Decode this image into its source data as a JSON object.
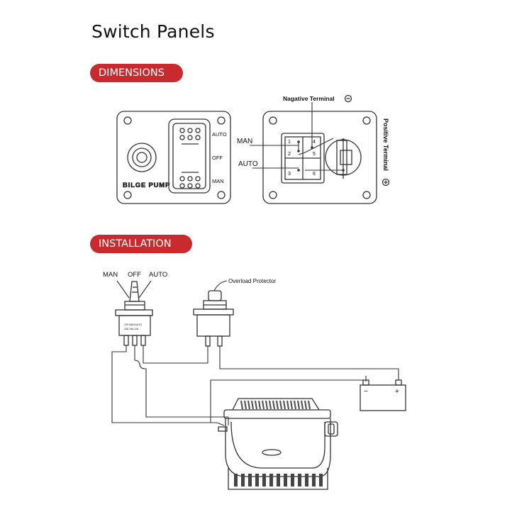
{
  "title": "Switch Panels",
  "sections": {
    "dimensions": "DIMENSIONS",
    "installation": "INSTALLATION"
  },
  "front_panel": {
    "brand_text": "BILGE PUMP",
    "auto_label": "AUTO",
    "off_label": "OFF",
    "man_label": "MAN"
  },
  "rear_panel": {
    "negative_terminal": "Nagative Terminal",
    "positive_terminal": "Positive Terminal",
    "man_label": "MAN",
    "auto_label": "AUTO",
    "terminal_numbers": [
      "1",
      "2",
      "3",
      "4",
      "5",
      "6"
    ]
  },
  "installation": {
    "man_label": "MAN",
    "off_label": "OFF",
    "auto_label": "AUTO",
    "overload_protector": "Overload Protector",
    "battery_minus": "−",
    "battery_plus": "+"
  },
  "colors": {
    "accent_red": "#c92a2d",
    "line": "#333333"
  },
  "icons": [
    "minus-circle-icon",
    "plus-circle-icon"
  ]
}
